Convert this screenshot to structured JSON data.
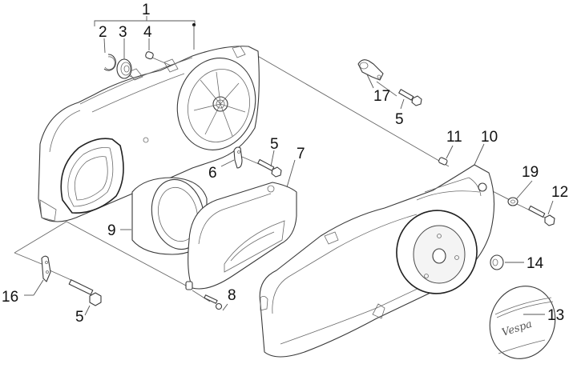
{
  "diagram": {
    "title": "CVT transmission cover exploded view",
    "callouts": [
      {
        "id": "c1",
        "label": "1",
        "part": "crankcase-cover-assembly"
      },
      {
        "id": "c2",
        "label": "2",
        "part": "circlip"
      },
      {
        "id": "c3",
        "label": "3",
        "part": "bearing"
      },
      {
        "id": "c4",
        "label": "4",
        "part": "dowel-pin"
      },
      {
        "id": "c5a",
        "label": "5",
        "part": "screw-upper"
      },
      {
        "id": "c5b",
        "label": "5",
        "part": "screw-middle"
      },
      {
        "id": "c5c",
        "label": "5",
        "part": "screw-lower"
      },
      {
        "id": "c6",
        "label": "6",
        "part": "bracket-clip"
      },
      {
        "id": "c7",
        "label": "7",
        "part": "air-duct-cover"
      },
      {
        "id": "c8",
        "label": "8",
        "part": "screw-duct"
      },
      {
        "id": "c9",
        "label": "9",
        "part": "air-filter-sleeve"
      },
      {
        "id": "c10",
        "label": "10",
        "part": "outer-transmission-cover"
      },
      {
        "id": "c11",
        "label": "11",
        "part": "dowel-pin-outer"
      },
      {
        "id": "c12",
        "label": "12",
        "part": "screw-outer"
      },
      {
        "id": "c13",
        "label": "13",
        "part": "emblem-cap"
      },
      {
        "id": "c14",
        "label": "14",
        "part": "rubber-plug"
      },
      {
        "id": "c16",
        "label": "16",
        "part": "mounting-bracket"
      },
      {
        "id": "c17",
        "label": "17",
        "part": "cable-clamp"
      },
      {
        "id": "c19",
        "label": "19",
        "part": "washer"
      }
    ],
    "emblem_text": "Vespa"
  }
}
